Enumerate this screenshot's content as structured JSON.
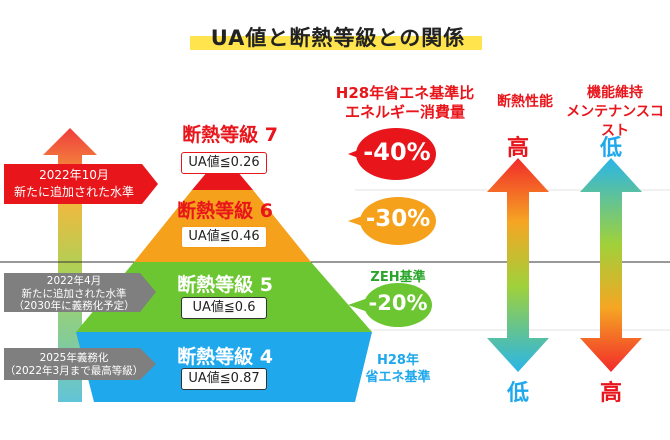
{
  "title": "UA値と断熱等級との関係",
  "headers": {
    "energy": [
      "H28年省エネ基準比",
      "エネルギー消費量"
    ],
    "insulation": "断熱性能",
    "maintenance": [
      "機能維持",
      "メンテナンスコスト"
    ]
  },
  "grades": [
    {
      "name": "断熱等級 7",
      "ua": "UA値≦0.26",
      "color": "#e8151b",
      "text_color": "#e8151b",
      "energy": "-40%"
    },
    {
      "name": "断熱等級 6",
      "ua": "UA値≦0.46",
      "color": "#f5a11c",
      "text_color": "#e8151b",
      "energy": "-30%"
    },
    {
      "name": "断熱等級 5",
      "ua": "UA値≦0.6",
      "color": "#6cc631",
      "text_color": "#ffffff",
      "energy": "-20%"
    },
    {
      "name": "断熱等級 4",
      "ua": "UA値≦0.87",
      "color": "#1fa8ec",
      "text_color": "#ffffff",
      "energy": ""
    }
  ],
  "energy_colors": [
    "#e8151b",
    "#f5a11c",
    "#6cc631"
  ],
  "notes": {
    "zeh": "ZEH基準",
    "h28": [
      "H28年",
      "省エネ基準"
    ]
  },
  "side_labels": [
    {
      "lines": [
        "2022年10月",
        "新たに追加された水準"
      ],
      "color": "#e8151b"
    },
    {
      "lines": [
        "2022年4月",
        "新たに追加された水準",
        "（2030年に義務化予定）"
      ],
      "color": "#7f7f7f"
    },
    {
      "lines": [
        "2025年義務化",
        "（2022年3月まで最高等級）"
      ],
      "color": "#7f7f7f"
    }
  ],
  "arrows": {
    "insulation": {
      "top": "高",
      "bottom": "低"
    },
    "maintenance": {
      "top": "低",
      "bottom": "高"
    }
  }
}
